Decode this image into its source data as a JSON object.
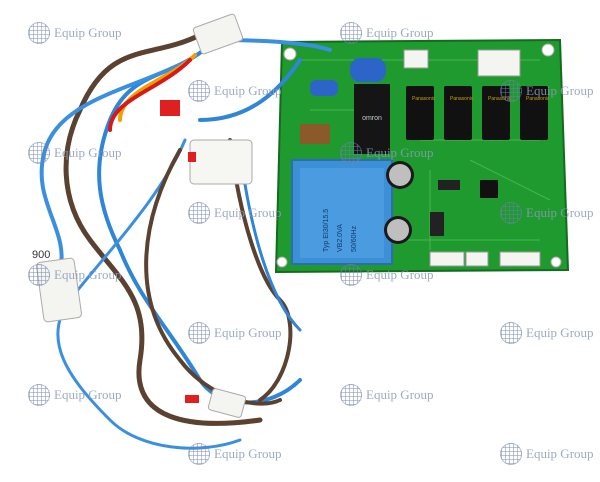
{
  "watermark": {
    "text": "Equip Group",
    "icon": "globe-icon",
    "color": "#8a9bb8"
  },
  "photo": {
    "subject_text": {
      "pcb_label_1": "Typ EI30/15.5",
      "pcb_label_2": "VB2.0VA",
      "pcb_label_3": "50/60Hz",
      "wire_tag": "900"
    }
  }
}
